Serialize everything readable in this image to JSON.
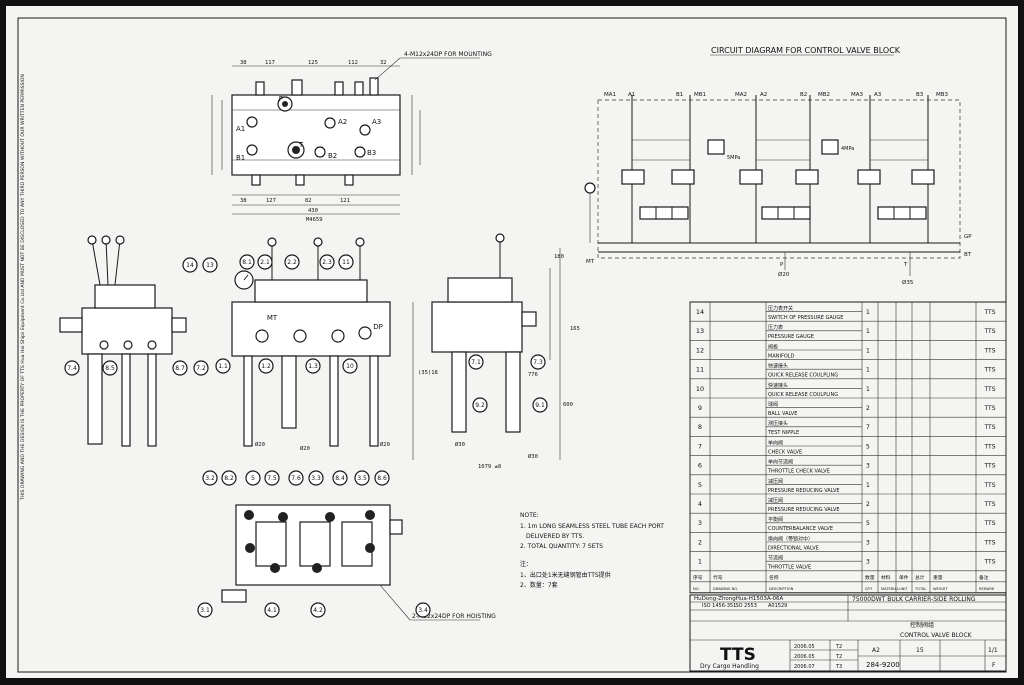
{
  "side_margin_text": "THIS DRAWING AND THE DESIGN IS THE PROPERTY OF TTS Hua Hai Ships Equipment Co.Ltd AND MUST NOT BE DISCLOSED TO ANY THIRD PERSON WITHOUT OUR WRITTEN PERMISSION",
  "mounting_note": "4-M12x24DP FOR MOUNTING",
  "hoisting_note": "2-M12x24DP FOR HOISTING",
  "circuit_title": "CIRCUIT DIAGRAM FOR CONTROL VALVE BLOCK",
  "front_view": {
    "dims_top": [
      "38",
      "117",
      "125",
      "112",
      "32"
    ],
    "dims_bottom": [
      "38",
      "127",
      "82",
      "121"
    ],
    "dim_total_a": "430",
    "dim_total_b": "M4659",
    "ports": [
      "P",
      "A1",
      "A2",
      "A3",
      "B1",
      "T",
      "B2",
      "B3"
    ]
  },
  "circuit": {
    "top_ports": [
      "MA1",
      "A1",
      "B1",
      "MB1",
      "MA2",
      "A2",
      "B2",
      "MB2",
      "MA3",
      "A3",
      "B3",
      "MB3"
    ],
    "pressure_labels": [
      "5MPa",
      "4MPa"
    ],
    "side_ports": [
      "MT",
      "GP",
      "BT"
    ],
    "bottom_labels": [
      "P",
      "T",
      "Ø20",
      "Ø35"
    ]
  },
  "side_view_dims": [
    "Ø20",
    "Ø20",
    "Ø20",
    "Ø30",
    "Ø30",
    "1079 ±8",
    "(35)18",
    "776",
    "165",
    "180",
    "600"
  ],
  "callouts_mid": [
    "14",
    "13",
    "8.1",
    "2.1",
    "2.2",
    "2.3",
    "11",
    "MT",
    "DP",
    "1.1",
    "1.2",
    "1.3",
    "10",
    "7.4",
    "8.5",
    "8.7",
    "7.2",
    "7.1",
    "9.2",
    "7.3",
    "9.1"
  ],
  "callouts_bottom": [
    "3.2",
    "8.2",
    "5",
    "7.5",
    "7.6",
    "3.3",
    "8.4",
    "3.5",
    "8.6",
    "3.1",
    "4.1",
    "4.2",
    "3.4"
  ],
  "notes": {
    "heading": "NOTE:",
    "lines": [
      "1. 1m LONG SEAMLESS STEEL TUBE EACH PORT",
      "DELIVERED BY TTS.",
      "2. TOTAL QUANTITY: 7 SETS"
    ],
    "cn_heading": "注：",
    "cn_lines": [
      "1、出口处1米无缝钢管由TTS提供",
      "2、数量：7套"
    ]
  },
  "bom": {
    "rows": [
      {
        "no": "14",
        "cn": "压力表开关",
        "en": "SWITCH OF PRESSURE GAUGE",
        "qty": "1",
        "supplier": "TTS"
      },
      {
        "no": "13",
        "cn": "压力表",
        "en": "PRESSURE GAUGE",
        "qty": "1",
        "supplier": "TTS"
      },
      {
        "no": "12",
        "cn": "阀板",
        "en": "MANIFOLD",
        "qty": "1",
        "supplier": "TTS"
      },
      {
        "no": "11",
        "cn": "快速接头",
        "en": "QUICK RELEASE COULPLING",
        "qty": "1",
        "supplier": "TTS"
      },
      {
        "no": "10",
        "cn": "快速接头",
        "en": "QUICK RELEASE COULPLING",
        "qty": "1",
        "supplier": "TTS"
      },
      {
        "no": "9",
        "cn": "球阀",
        "en": "BALL VALVE",
        "qty": "2",
        "supplier": "TTS"
      },
      {
        "no": "8",
        "cn": "测压接头",
        "en": "TEST NIPPLE",
        "qty": "7",
        "supplier": "TTS"
      },
      {
        "no": "7",
        "cn": "单向阀",
        "en": "CHECK VALVE",
        "qty": "5",
        "supplier": "TTS"
      },
      {
        "no": "6",
        "cn": "单向节流阀",
        "en": "THROTTLE CHECK VALVE",
        "qty": "3",
        "supplier": "TTS"
      },
      {
        "no": "5",
        "cn": "减压阀",
        "en": "PRESSURE REDUCING VALVE",
        "qty": "1",
        "supplier": "TTS"
      },
      {
        "no": "4",
        "cn": "减压阀",
        "en": "PRESSURE REDUCING VALVE",
        "qty": "2",
        "supplier": "TTS"
      },
      {
        "no": "3",
        "cn": "平衡阀",
        "en": "COUNTERBALANCE VALVE",
        "qty": "5",
        "supplier": "TTS"
      },
      {
        "no": "2",
        "cn": "换向阀（带锁对中）",
        "en": "DIRECTIONAL VALVE",
        "qty": "3",
        "supplier": "TTS"
      },
      {
        "no": "1",
        "cn": "节流阀",
        "en": "THROTTLE VALVE",
        "qty": "3",
        "supplier": "TTS"
      }
    ],
    "header_labels": [
      "序号",
      "代号",
      "名称",
      "数量",
      "材料",
      "单件",
      "总计",
      "重量",
      "备注"
    ],
    "header_sub": [
      "NO.",
      "DRAWING NO.",
      "DESCRIPTION",
      "QTY",
      "MATERIAL",
      "UNIT",
      "TOTAL",
      "WEIGHT",
      "REMARK"
    ]
  },
  "title_block": {
    "project_code": "HuDong-ZhongHua-H1503A-06A",
    "project_desc": "75000DWT BULK CARRIER-SIDE ROLLING",
    "standards": [
      "ISO 1456-351",
      "ISO 2553",
      "A01529"
    ],
    "drawing_title_cn": "控制阀组",
    "drawing_title_en": "CONTROL VALVE BLOCK",
    "dates": [
      "2006.05",
      "2006.05",
      "2006.07"
    ],
    "signers": [
      "T2",
      "T2",
      "T3"
    ],
    "sheet_size": "A2",
    "scale": "15",
    "sheet": "1/1",
    "revision": "F",
    "drawing_no": "284-9200",
    "logo_text": "TTS",
    "logo_sub": "Dry Cargo Handling"
  }
}
